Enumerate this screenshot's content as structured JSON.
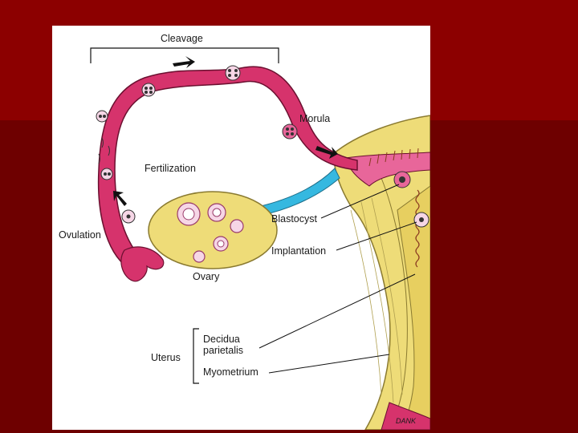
{
  "labels": {
    "cleavage": "Cleavage",
    "morula": "Morula",
    "fertilization": "Fertilization",
    "ovulation": "Ovulation",
    "ovary": "Ovary",
    "blastocyst": "Blastocyst",
    "implantation": "Implantation",
    "uterus": "Uterus",
    "decidua_line1": "Decidua",
    "decidua_line2": "parietalis",
    "myometrium": "Myometrium",
    "signature": "DANK"
  },
  "colors": {
    "background": "#7a0000",
    "tube": "#d6336c",
    "tube_outline": "#6b1030",
    "uterus_wall": "#eedc78",
    "ligament": "#35b8e0",
    "arrow": "#111111"
  }
}
